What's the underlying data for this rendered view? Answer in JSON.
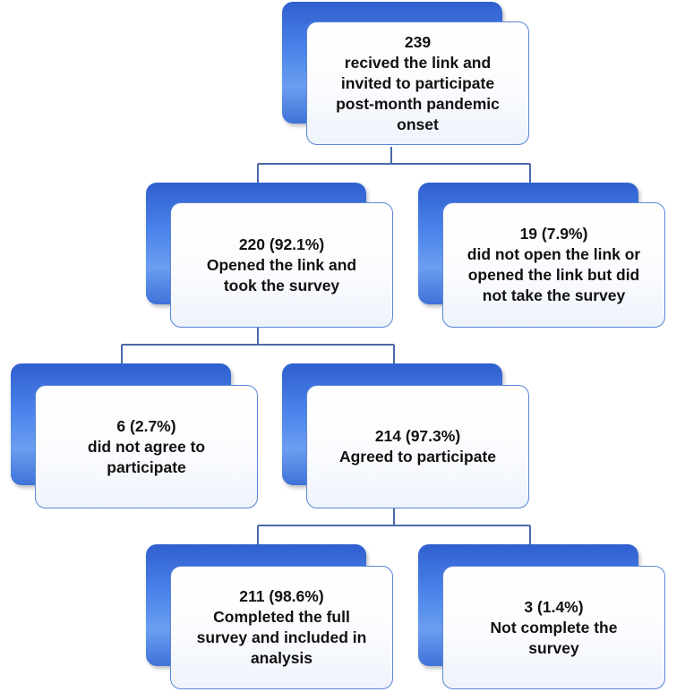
{
  "nodes": {
    "root": {
      "count": "239",
      "lines": [
        "recived the link and",
        "invited to participate",
        "post-month pandemic",
        "onset"
      ]
    },
    "opened": {
      "count": "220 (92.1%)",
      "lines": [
        "Opened the link and",
        "took the survey"
      ]
    },
    "not_opened": {
      "count": "19 (7.9%)",
      "lines": [
        "did not open the link or",
        "opened the link but did",
        "not take the survey"
      ]
    },
    "not_agree": {
      "count": "6 (2.7%)",
      "lines": [
        "did not agree to",
        "participate"
      ]
    },
    "agreed": {
      "count": "214 (97.3%)",
      "lines": [
        "Agreed to participate"
      ]
    },
    "completed": {
      "count": "211 (98.6%)",
      "lines": [
        "Completed the full",
        "survey and included in",
        "analysis"
      ]
    },
    "not_completed": {
      "count": "3 (1.4%)",
      "lines": [
        "Not complete the",
        "survey"
      ]
    }
  },
  "colors": {
    "connector": "#4a6aa8",
    "box_blue": "#3f72d8",
    "card_border": "#5b86d6"
  }
}
